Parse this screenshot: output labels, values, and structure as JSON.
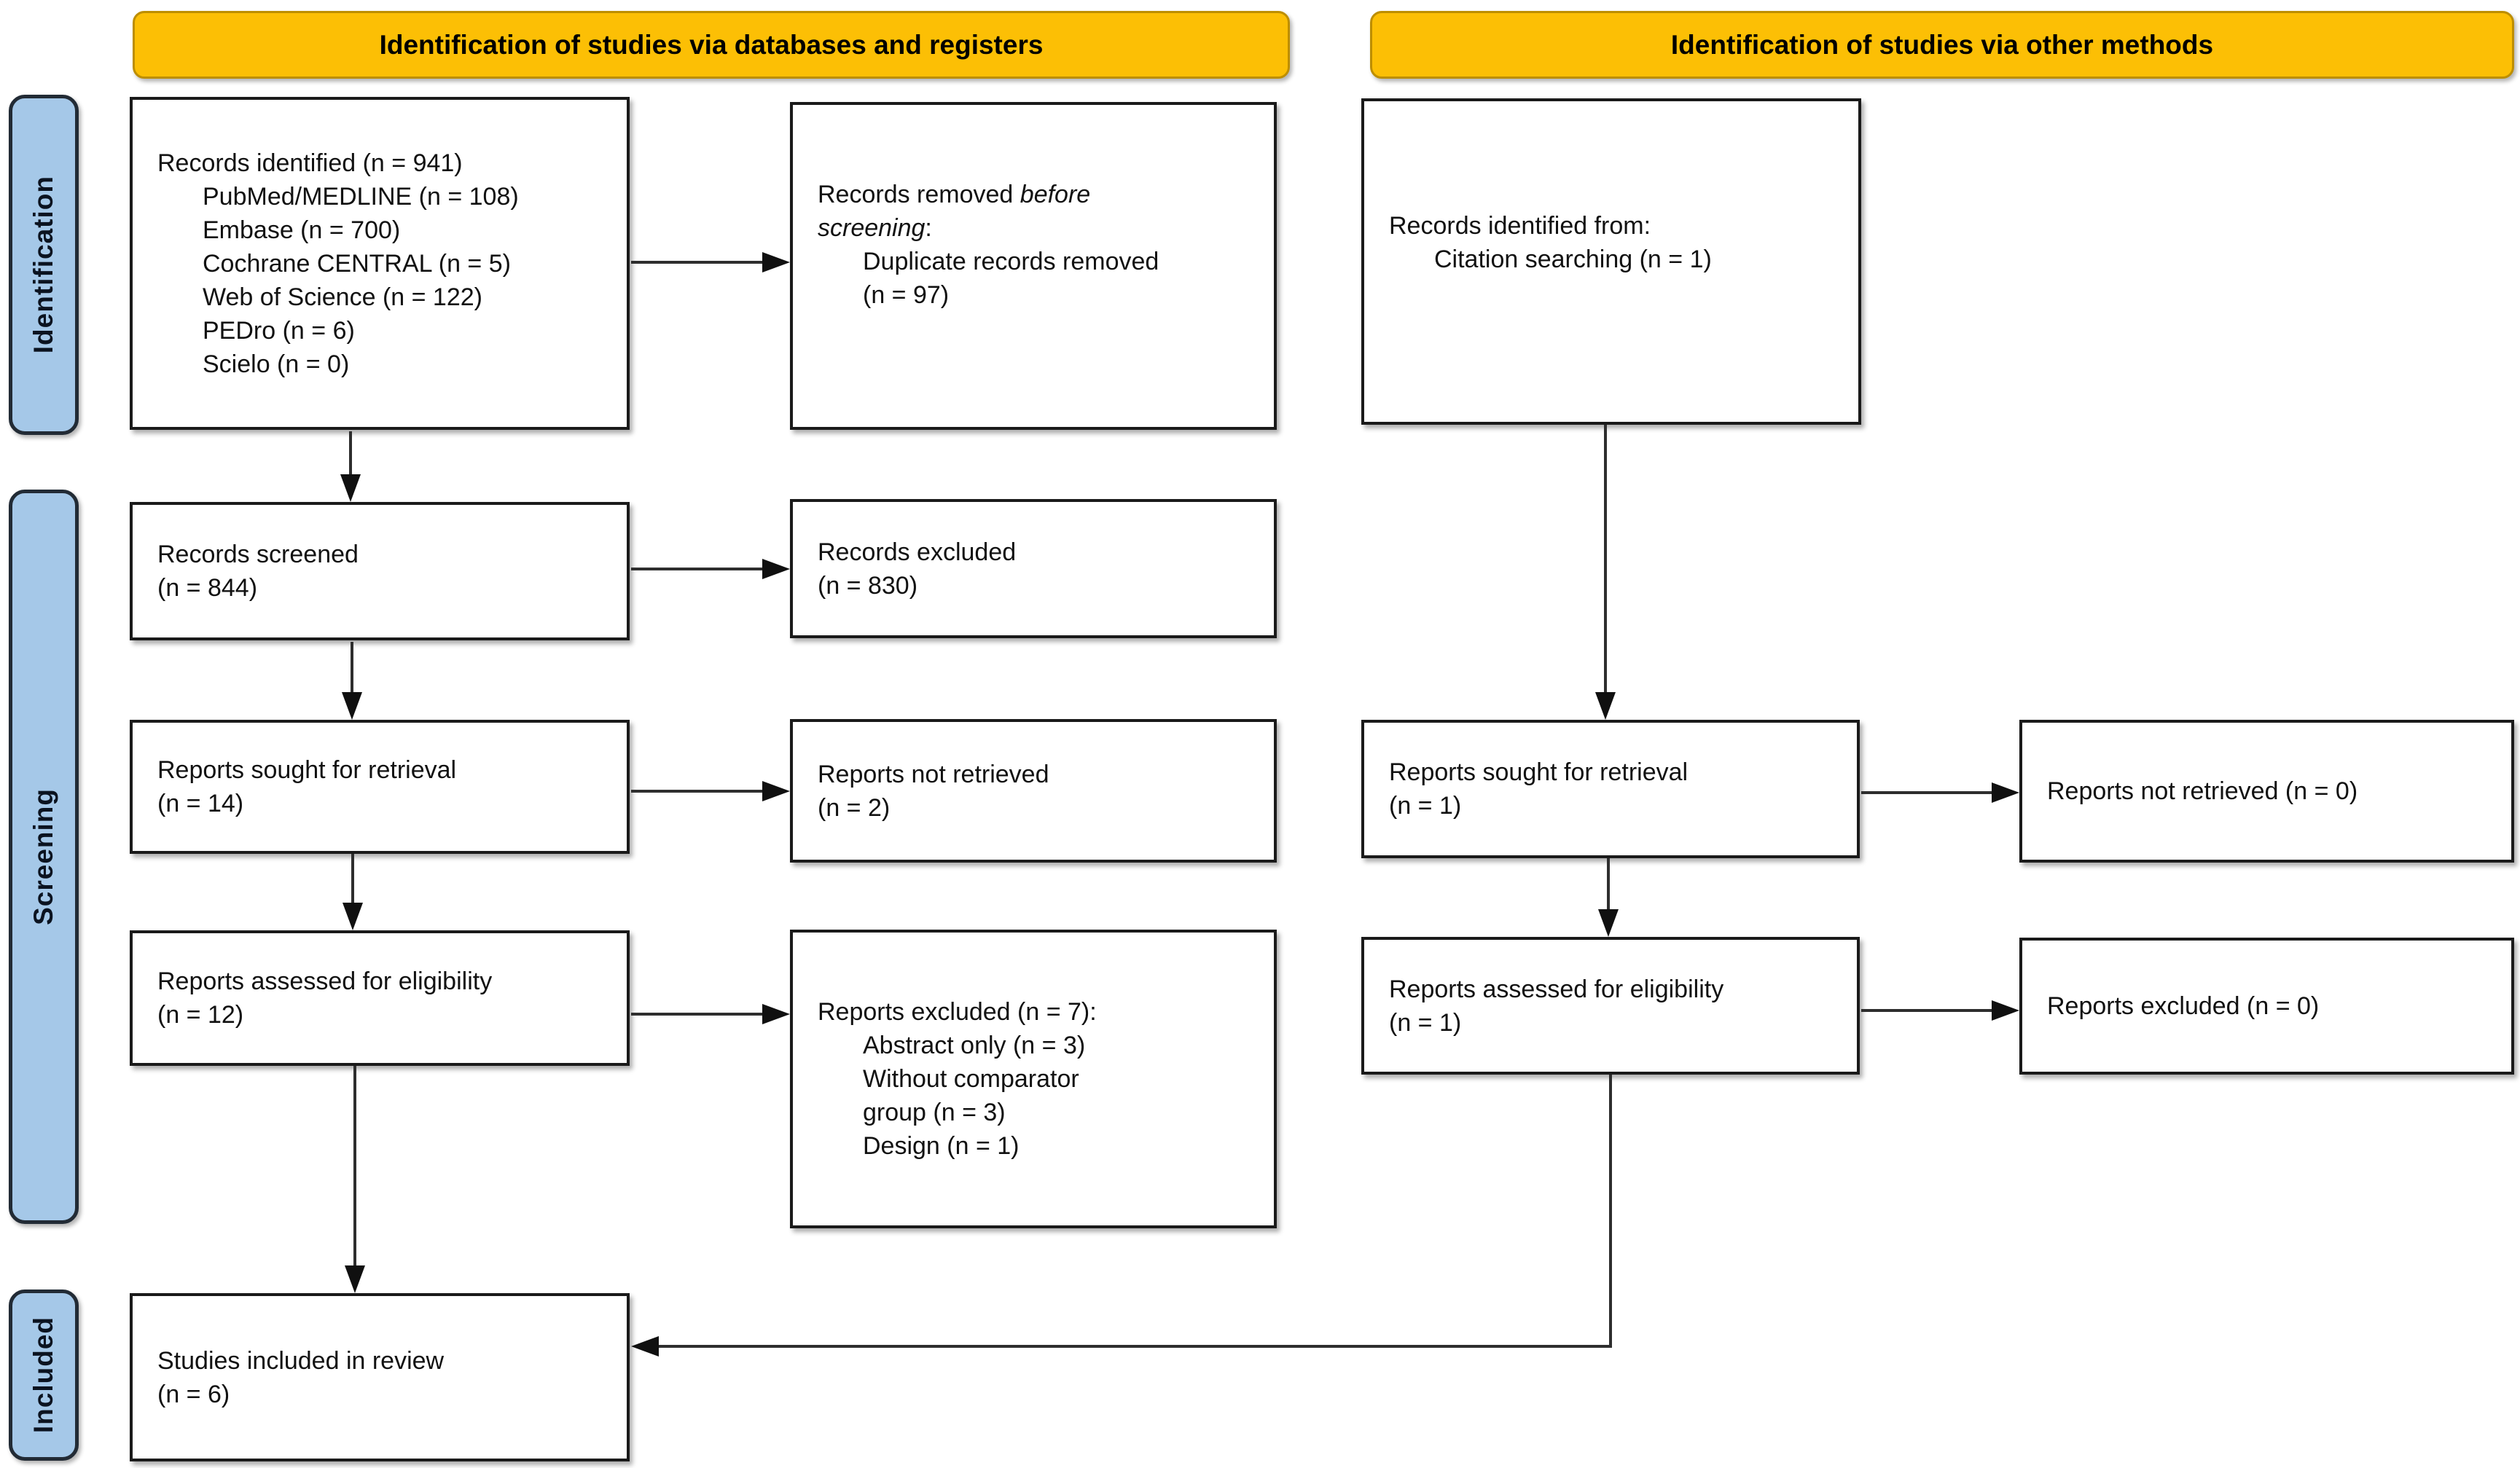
{
  "banners": {
    "via_databases": "Identification of studies via databases and registers",
    "via_other": "Identification of studies via other methods"
  },
  "sidebar": {
    "identification": "Identification",
    "screening": "Screening",
    "included": "Included"
  },
  "colors": {
    "banner_fill": "#FCBF05",
    "banner_border": "#BD8E00",
    "sidebar_fill": "#A5C8E8",
    "sidebar_border": "#222B35",
    "box_border": "#1A1A1A",
    "arrow": "#2E2E2E",
    "text": "#111111"
  },
  "boxes": {
    "records_identified_databases": {
      "lines": [
        {
          "text": "Records identified (n = 941)",
          "indent": false
        },
        {
          "text": "PubMed/MEDLINE (n = 108)",
          "indent": true
        },
        {
          "text": "Embase (n = 700)",
          "indent": true
        },
        {
          "text": "Cochrane CENTRAL (n = 5)",
          "indent": true
        },
        {
          "text": "Web of Science (n = 122)",
          "indent": true
        },
        {
          "text": "PEDro (n = 6)",
          "indent": true
        },
        {
          "text": "Scielo (n = 0)",
          "indent": true
        }
      ]
    },
    "records_removed_before_screening": {
      "lines": [
        {
          "text": "Records removed *before*",
          "indent": false
        },
        {
          "text": "*screening*:",
          "indent": false
        },
        {
          "text": "Duplicate records removed",
          "indent": true
        },
        {
          "text": "(n = 97)",
          "indent": true
        }
      ]
    },
    "records_screened": {
      "lines": [
        {
          "text": "Records screened",
          "indent": false
        },
        {
          "text": "(n = 844)",
          "indent": false
        }
      ]
    },
    "records_excluded": {
      "lines": [
        {
          "text": "Records excluded",
          "indent": false
        },
        {
          "text": "(n = 830)",
          "indent": false
        }
      ]
    },
    "reports_sought_databases": {
      "lines": [
        {
          "text": "Reports sought for retrieval",
          "indent": false
        },
        {
          "text": "(n = 14)",
          "indent": false
        }
      ]
    },
    "reports_not_retrieved_databases": {
      "lines": [
        {
          "text": "Reports not retrieved",
          "indent": false
        },
        {
          "text": "(n = 2)",
          "indent": false
        }
      ]
    },
    "reports_assessed_databases": {
      "lines": [
        {
          "text": "Reports assessed for eligibility",
          "indent": false
        },
        {
          "text": "(n = 12)",
          "indent": false
        }
      ]
    },
    "reports_excluded_reasons": {
      "lines": [
        {
          "text": "Reports excluded (n = 7):",
          "indent": false
        },
        {
          "text": "Abstract only (n = 3)",
          "indent": true
        },
        {
          "text": "Without comparator",
          "indent": true
        },
        {
          "text": "group (n = 3)",
          "indent": true
        },
        {
          "text": "Design (n = 1)",
          "indent": true
        }
      ]
    },
    "studies_included": {
      "lines": [
        {
          "text": "Studies included in review",
          "indent": false
        },
        {
          "text": "(n = 6)",
          "indent": false
        }
      ]
    },
    "records_identified_other": {
      "lines": [
        {
          "text": "Records identified from:",
          "indent": false
        },
        {
          "text": "Citation searching (n = 1)",
          "indent": true
        }
      ]
    },
    "reports_sought_other": {
      "lines": [
        {
          "text": "Reports sought for retrieval",
          "indent": false
        },
        {
          "text": "(n = 1)",
          "indent": false
        }
      ]
    },
    "reports_not_retrieved_other": {
      "lines": [
        {
          "text": "Reports not retrieved (n = 0)",
          "indent": false
        }
      ]
    },
    "reports_assessed_other": {
      "lines": [
        {
          "text": "Reports assessed for eligibility",
          "indent": false
        },
        {
          "text": "(n = 1)",
          "indent": false
        }
      ]
    },
    "reports_excluded_other": {
      "lines": [
        {
          "text": "Reports excluded (n = 0)",
          "indent": false
        }
      ]
    }
  }
}
